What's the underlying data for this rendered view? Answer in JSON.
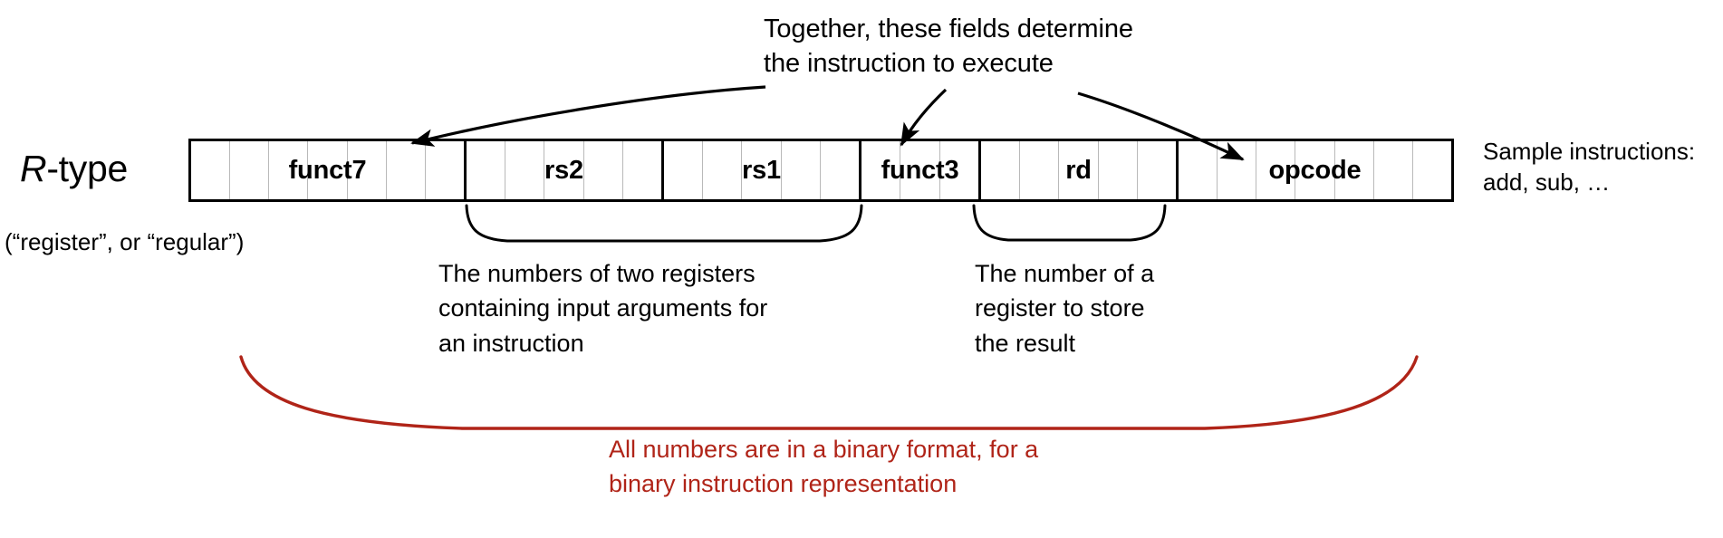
{
  "diagram": {
    "title_label_prefix": "R",
    "title_label_suffix": "-type",
    "subtitle": "(“register”, or “regular”)",
    "top_annotation_line1": "Together, these fields determine",
    "top_annotation_line2": "the instruction to execute",
    "sample_line1": "Sample instructions:",
    "sample_line2": "add, sub, …",
    "rs_note_line1": "The numbers of two registers",
    "rs_note_line2": "containing input arguments for",
    "rs_note_line3": "an instruction",
    "rd_note_line1": "The number of a",
    "rd_note_line2": "register to store",
    "rd_note_line3": "the result",
    "red_note_line1": "All numbers are in a binary format, for a",
    "red_note_line2": "binary instruction representation",
    "red_color": "#b02418",
    "line_color": "#000000",
    "cell_divider_color": "#b9b9b9"
  },
  "instruction_format": {
    "name": "R-type",
    "total_bits": 32,
    "fields": [
      {
        "label": "funct7",
        "bits": 7
      },
      {
        "label": "rs2",
        "bits": 5
      },
      {
        "label": "rs1",
        "bits": 5
      },
      {
        "label": "funct3",
        "bits": 3
      },
      {
        "label": "rd",
        "bits": 5
      },
      {
        "label": "opcode",
        "bits": 7
      }
    ]
  }
}
